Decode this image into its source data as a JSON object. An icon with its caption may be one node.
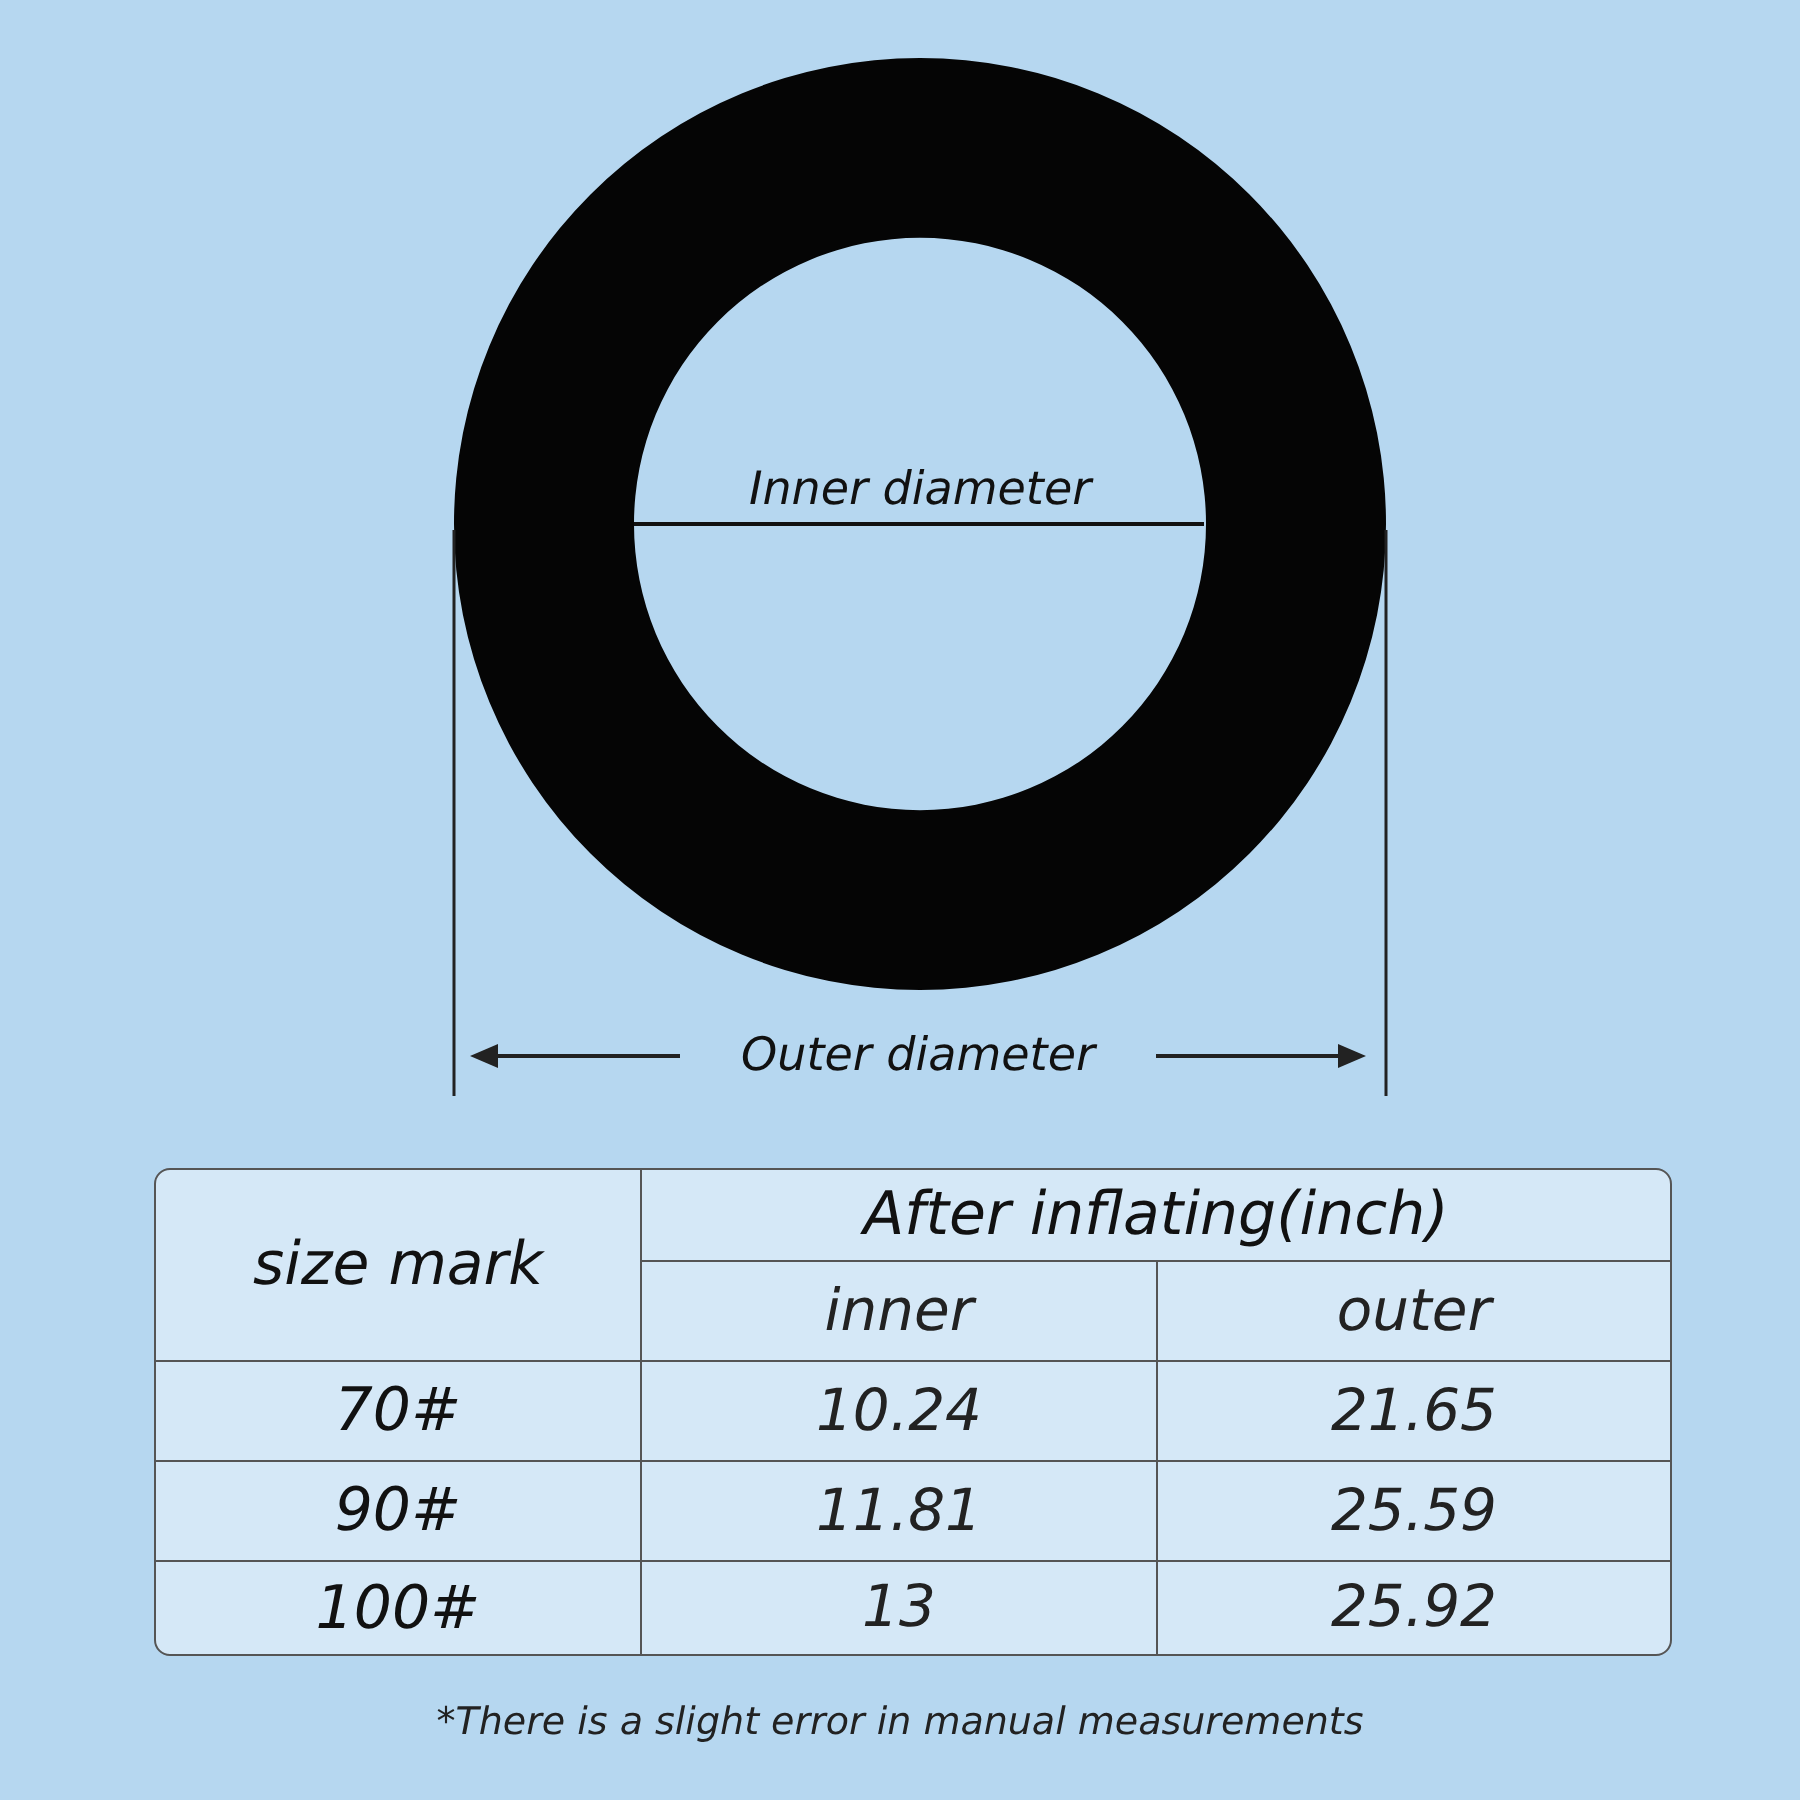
{
  "diagram": {
    "labels": [
      "Inner diameter",
      "Outer diameter",
      "size mark",
      "After inflating(inch)",
      "inner",
      "outer",
      "70#",
      "10.24",
      "21.65",
      "90#",
      "11.81",
      "25.59",
      "100#",
      "13",
      "25.92"
    ],
    "caption": "*There is a slight error in manual measurements"
  }
}
